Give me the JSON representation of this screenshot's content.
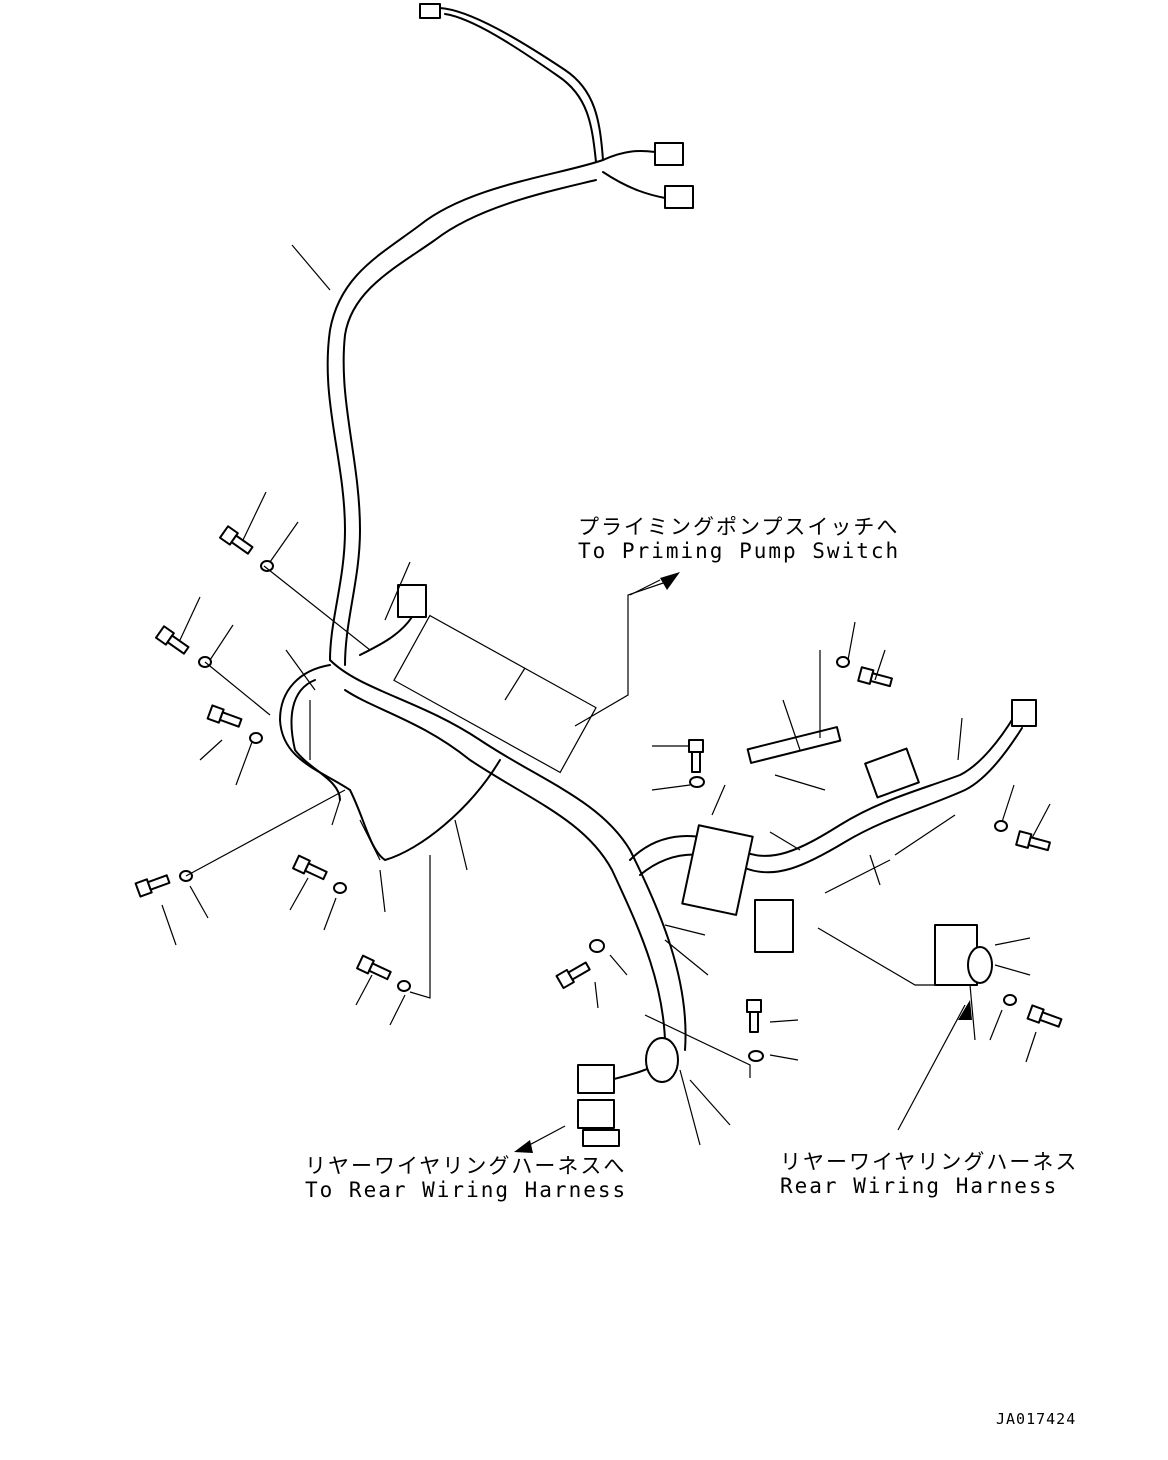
{
  "labels": {
    "priming_pump_switch": {
      "jp": "プライミングポンプスイッチへ",
      "en": "To Priming Pump Switch"
    },
    "to_rear_wiring_harness": {
      "jp": "リヤーワイヤリングハーネスへ",
      "en": "To Rear Wiring Harness"
    },
    "rear_wiring_harness": {
      "jp": "リヤーワイヤリングハーネス",
      "en": "Rear Wiring Harness"
    }
  },
  "drawing_number": "JA017424"
}
